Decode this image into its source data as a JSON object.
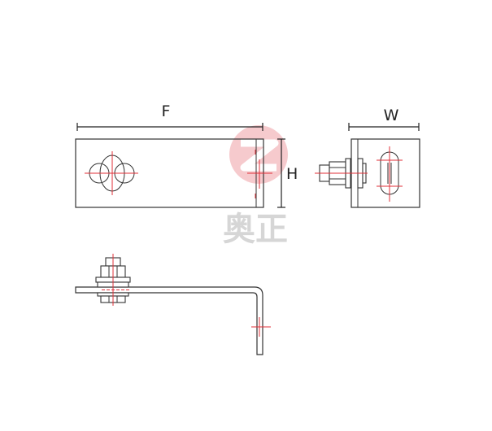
{
  "dimensions": {
    "length_label": "F",
    "height_label": "H",
    "width_label": "W"
  },
  "watermark": {
    "text": "奥正",
    "color": "#f0a0a6"
  },
  "colors": {
    "outline": "#333333",
    "centerline": "#e0323a"
  }
}
